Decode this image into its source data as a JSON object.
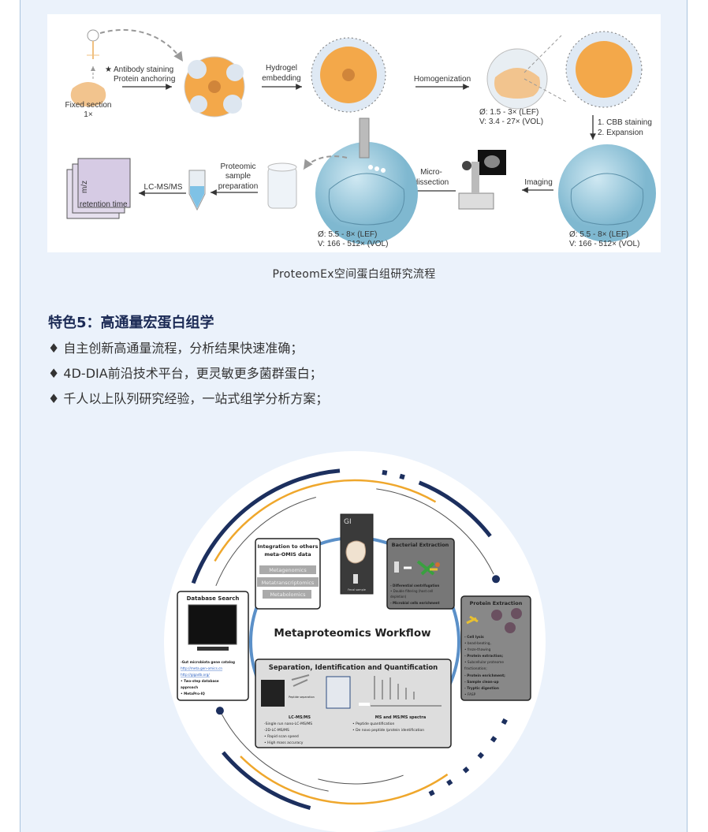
{
  "figure1": {
    "caption": "ProteomEx空间蛋白组研究流程",
    "labels": {
      "antibody": "Antibody staining",
      "anchoring": "Protein anchoring",
      "fixed_section": "Fixed section",
      "fixed_scale": "1×",
      "hydrogel_1": "Hydrogel",
      "hydrogel_2": "embedding",
      "homogenization": "Homogenization",
      "lef_small": "Ø: 1.5 - 3× (LEF)",
      "vol_small": "V: 3.4 - 27× (VOL)",
      "cbb": "1. CBB staining",
      "expansion": "2. Expansion",
      "imaging": "Imaging",
      "micro_1": "Micro-",
      "micro_2": "dissection",
      "lef_large": "Ø: 5.5 - 8× (LEF)",
      "vol_large": "V: 166 - 512× (VOL)",
      "prep_1": "Proteomic",
      "prep_2": "sample",
      "prep_3": "preparation",
      "lcms": "LC-MS/MS",
      "mz": "m/z",
      "rt": "retention time"
    }
  },
  "section": {
    "heading": "特色5：高通量宏蛋白组学",
    "bullets": [
      "♦ 自主创新高通量流程，分析结果快速准确；",
      "♦ 4D-DIA前沿技术平台，更灵敏更多菌群蛋白；",
      "♦ 千人以上队列研究经验，一站式组学分析方案；"
    ]
  },
  "figure2": {
    "title": "Metaproteomics Workflow",
    "integration": {
      "title_1": "Integration to  others",
      "title_2": "meta-OMIS data",
      "items": [
        "Metagenomics",
        "Metatranscriptomics",
        "Metabolomics"
      ]
    },
    "gi": {
      "title": "GI",
      "sample": "Fecal sample"
    },
    "bacterial": {
      "title": "Bacterial Extraction",
      "lines": [
        "- Differential centrifugation",
        "•  Double filtering (host cell",
        "   depletion)",
        "- Microbial cells enrichment"
      ]
    },
    "database": {
      "title": "Database Search",
      "lines": [
        "-Gut microbiota gene catalog",
        "http://meta.gen-omics.cn",
        "http://gigadb.org/",
        "•  Two-step database",
        "   approach",
        "•  MetaPro-IQ"
      ]
    },
    "protein": {
      "title": "Protein Extraction",
      "lines": [
        "- Cell lysis",
        "•  bead-beating,",
        "•  freze-thawing",
        "- Protein extraction;",
        "•  Subcellular proteome",
        "   fractionation;",
        "- Protein enrichment;",
        "- Sample clean-up",
        "- Tryptic digestion",
        "•  FASP"
      ]
    },
    "separation": {
      "title": "Separation, Identification and Quantification",
      "peptide_sep": "Peptide separation",
      "lcms_title": "LC-MS/MS",
      "lcms_lines": [
        "-Single run nano-LC-MS/MS",
        "-2D-LC-MS/MS",
        "•  Rapid scan speed",
        "•  High mass accuracy"
      ],
      "ms_title": "MS and MS/MS spectra",
      "ms_lines": [
        "•  Peptide quantification",
        "•  De novo peptide /protein identification"
      ]
    },
    "colors": {
      "navy": "#1c2f5e",
      "orange": "#efa72c",
      "ring": "#5b90c8"
    }
  }
}
